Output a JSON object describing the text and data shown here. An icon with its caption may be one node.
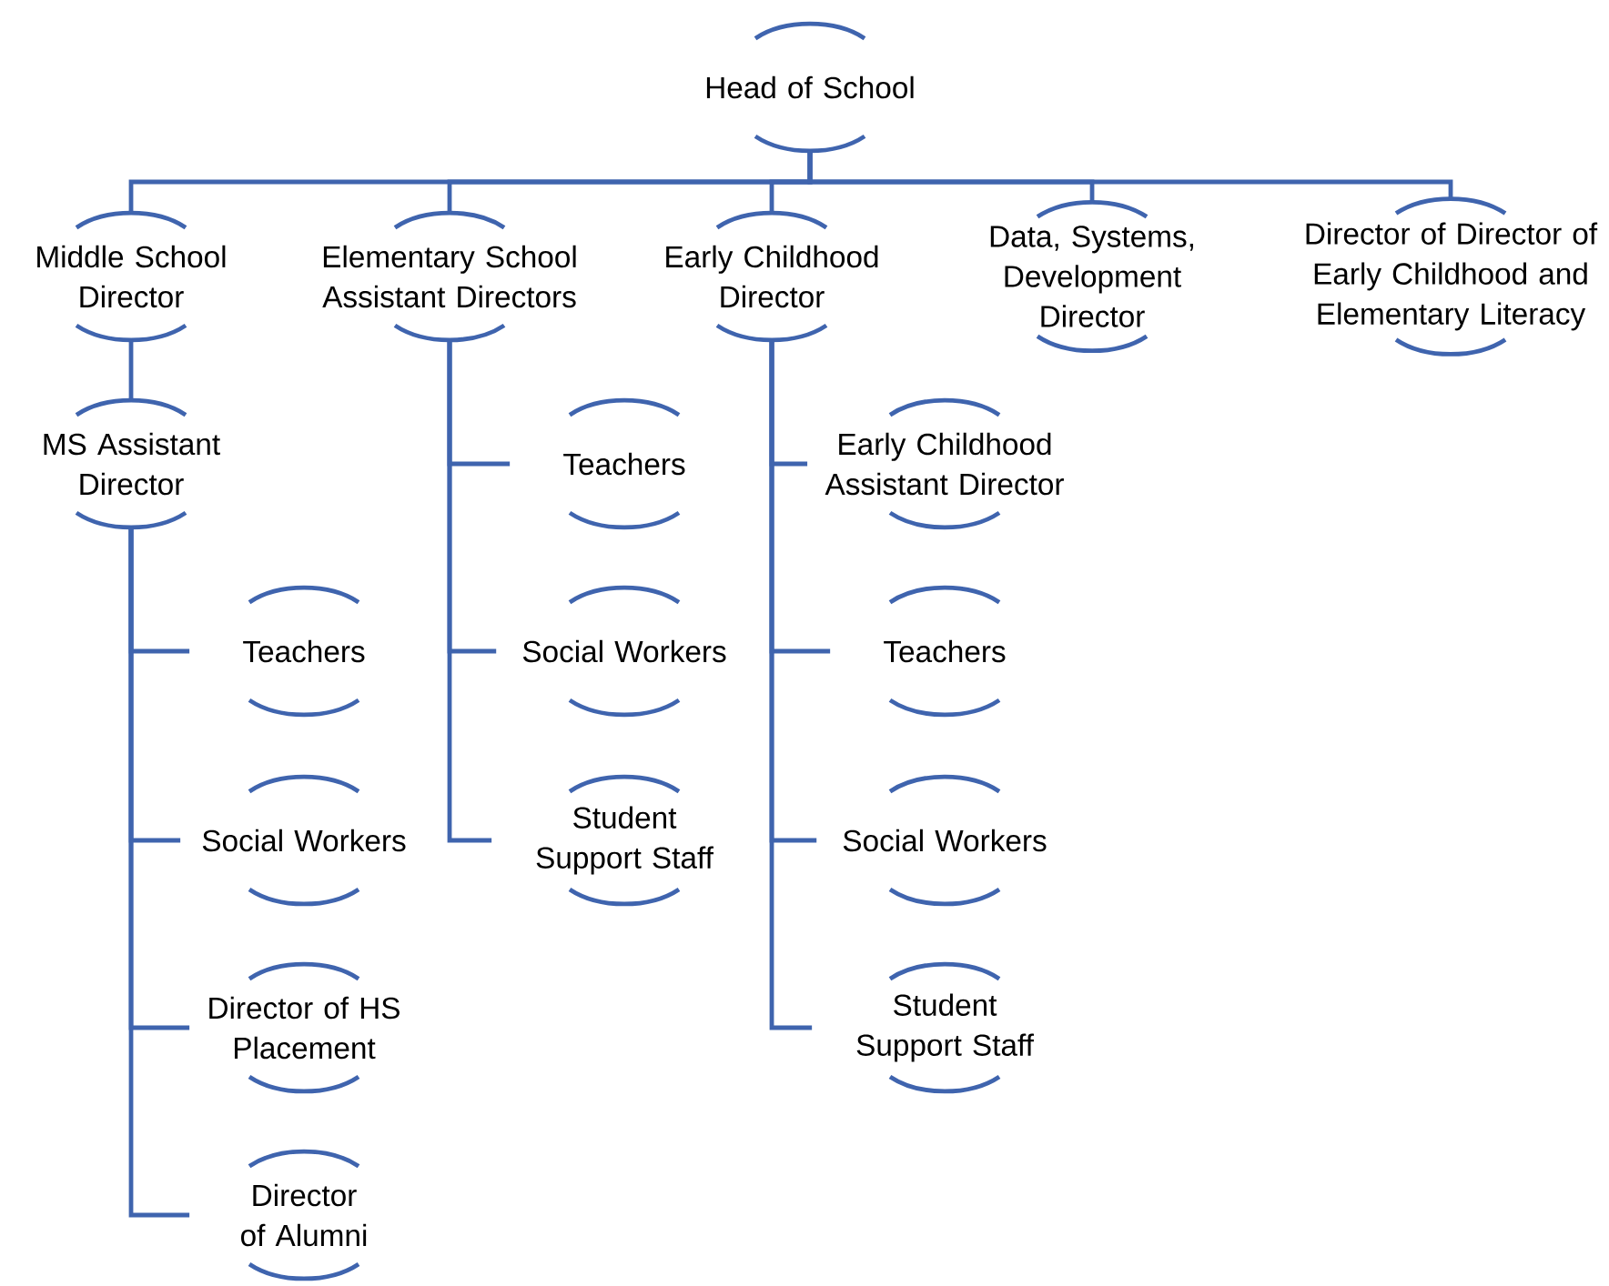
{
  "diagram": {
    "nodes": [
      {
        "text": [
          "Head of School"
        ]
      },
      {
        "text": [
          "Middle School Director"
        ]
      },
      {
        "text": [
          "Elementary School Assistant Directors"
        ]
      },
      {
        "text": [
          "Early Childhood Director"
        ]
      },
      {
        "text": [
          "Data, Systems, Development Director"
        ]
      },
      {
        "text": [
          "Director of Director of Early Childhood and Elementary Literacy"
        ]
      },
      {
        "text": [
          "MS Assistant Director"
        ]
      },
      {
        "text": [
          "Teachers"
        ]
      },
      {
        "text": [
          "Social Workers"
        ]
      },
      {
        "text": [
          "Director of HS Placement"
        ]
      },
      {
        "text": [
          "Director of Alumni"
        ]
      },
      {
        "text": [
          "Teachers"
        ]
      },
      {
        "text": [
          "Social Workers"
        ]
      },
      {
        "text": [
          "Student Support Staff"
        ]
      },
      {
        "text": [
          "Early Childhood Assistant Director"
        ]
      },
      {
        "text": [
          "Teachers"
        ]
      },
      {
        "text": [
          "Social Workers"
        ]
      },
      {
        "text": [
          "Student Support Staff"
        ]
      }
    ],
    "edges": [
      {
        "from": 0,
        "to": 1,
        "arrow": "none"
      },
      {
        "from": 0,
        "to": 2,
        "arrow": "none"
      },
      {
        "from": 0,
        "to": 3,
        "arrow": "none"
      },
      {
        "from": 0,
        "to": 4,
        "arrow": "none"
      },
      {
        "from": 0,
        "to": 5,
        "arrow": "none"
      },
      {
        "from": 1,
        "to": 6,
        "arrow": "none"
      },
      {
        "from": 6,
        "to": 7,
        "arrow": "none"
      },
      {
        "from": 6,
        "to": 8,
        "arrow": "none"
      },
      {
        "from": 6,
        "to": 9,
        "arrow": "none"
      },
      {
        "from": 6,
        "to": 10,
        "arrow": "none"
      },
      {
        "from": 2,
        "to": 11,
        "arrow": "none"
      },
      {
        "from": 2,
        "to": 12,
        "arrow": "none"
      },
      {
        "from": 2,
        "to": 13,
        "arrow": "none"
      },
      {
        "from": 3,
        "to": 14,
        "arrow": "none"
      },
      {
        "from": 3,
        "to": 15,
        "arrow": "none"
      },
      {
        "from": 3,
        "to": 16,
        "arrow": "none"
      },
      {
        "from": 3,
        "to": 17,
        "arrow": "none"
      }
    ]
  }
}
